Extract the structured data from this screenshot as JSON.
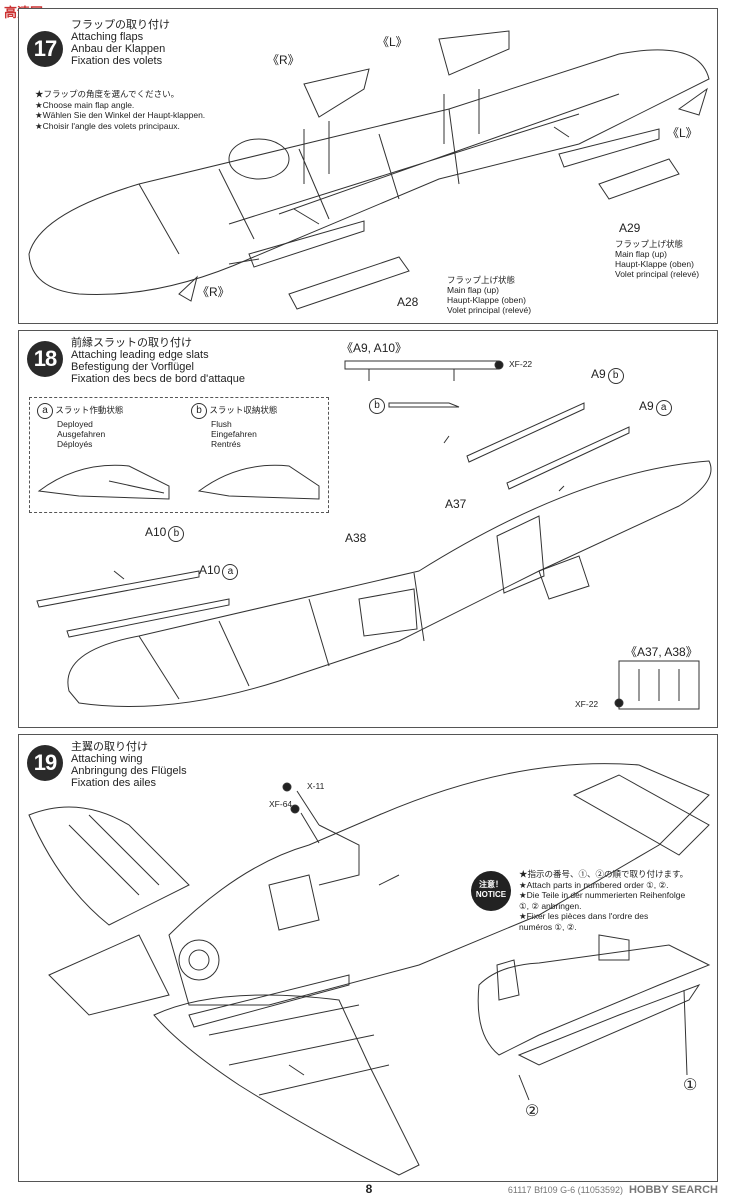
{
  "logos": {
    "top_left": "高清网",
    "bottom_right": "HOBBY SEARCH"
  },
  "footer": {
    "page_number": "8",
    "code": "61117 Bf109 G-6 (11053592)"
  },
  "step17": {
    "number": "17",
    "title": [
      "フラップの取り付け",
      "Attaching flaps",
      "Anbau der Klappen",
      "Fixation des volets"
    ],
    "note": [
      "★フラップの角度を選んでください。",
      "★Choose main flap angle.",
      "★Wählen Sie den Winkel der Haupt-klappen.",
      "★Choisir l'angle des volets principaux."
    ],
    "part_A28": "A28",
    "part_A29": "A29",
    "side_R": "《R》",
    "side_L": "《L》",
    "flap_state": [
      "フラップ上げ状態",
      "Main flap (up)",
      "Haupt-Klappe (oben)",
      "Volet principal (relevé)"
    ]
  },
  "step18": {
    "number": "18",
    "title": [
      "前縁スラットの取り付け",
      "Attaching leading edge slats",
      "Befestigung der Vorflügel",
      "Fixation des becs de bord d'attaque"
    ],
    "deployed": [
      "スラット作動状態",
      "Deployed",
      "Ausgefahren",
      "Déployés"
    ],
    "flush": [
      "スラット収納状態",
      "Flush",
      "Eingefahren",
      "Rentrés"
    ],
    "mark_a": "a",
    "mark_b": "b",
    "parts_a9_a10": "《A9, A10》",
    "parts_a37_a38": "《A37, A38》",
    "paint": "XF-22",
    "A9": "A9",
    "A10": "A10",
    "A37": "A37",
    "A38": "A38"
  },
  "step19": {
    "number": "19",
    "title": [
      "主翼の取り付け",
      "Attaching wing",
      "Anbringung des Flügels",
      "Fixation des ailes"
    ],
    "paint_x11": "X-11",
    "paint_xf64": "XF-64",
    "notice_badge": [
      "注意！",
      "NOTICE"
    ],
    "notice": [
      "★指示の番号、①、②の順で取り付けます。",
      "★Attach parts in numbered order ①, ②.",
      "★Die Teile in der nummerierten Reihenfolge",
      "①, ② anbringen.",
      "★Fixer les pièces dans l'ordre des",
      "numéros ①, ②."
    ],
    "order1": "①",
    "order2": "②"
  }
}
